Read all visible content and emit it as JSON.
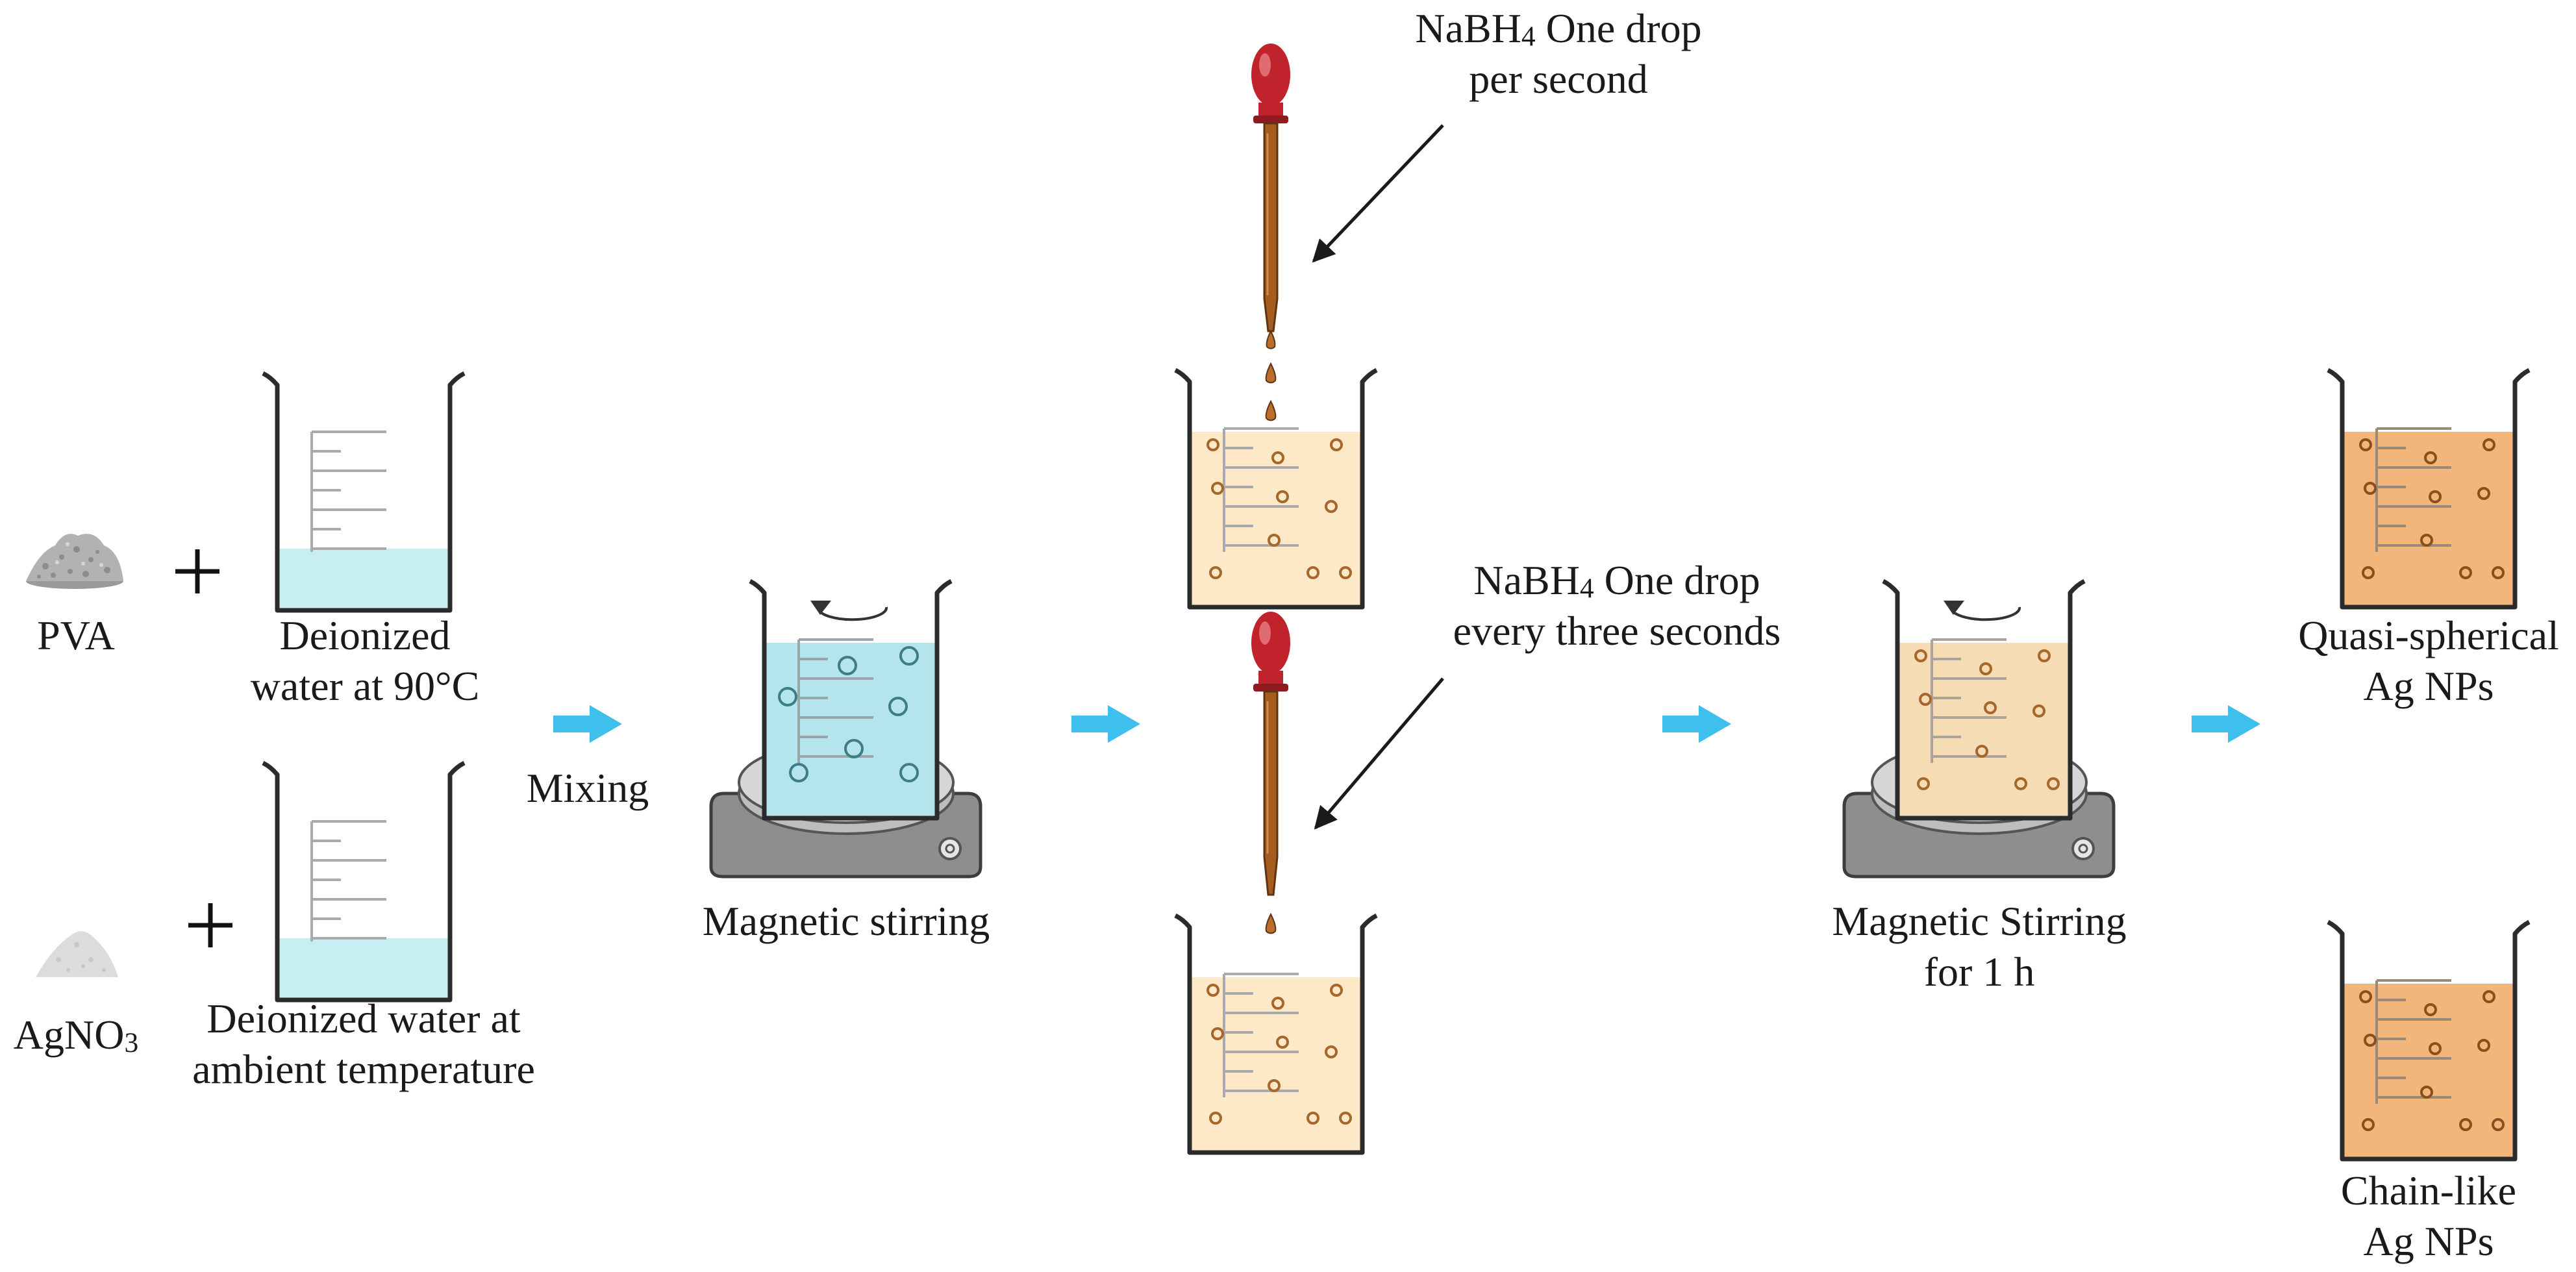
{
  "labels": {
    "pva": "PVA",
    "agno3_main": "AgNO",
    "agno3_sub": "3",
    "water_hot_line1": "Deionized",
    "water_hot_line2": "water at 90°C",
    "water_ambient_line1": "Deionized water at",
    "water_ambient_line2": "ambient temperature",
    "mixing": "Mixing",
    "magnetic_stirring": "Magnetic stirring",
    "nabh4_fast_formula_main": "NaBH",
    "nabh4_fast_formula_sub": "4",
    "nabh4_fast_line1_rest": " One drop",
    "nabh4_fast_line2": "per second",
    "nabh4_slow_formula_main": "NaBH",
    "nabh4_slow_formula_sub": "4",
    "nabh4_slow_line1_rest": " One drop",
    "nabh4_slow_line2": "every three seconds",
    "stirring_1h_line1": "Magnetic Stirring",
    "stirring_1h_line2": "for 1 h",
    "product_quasi_line1": "Quasi-spherical",
    "product_quasi_line2": "Ag NPs",
    "product_chain_line1": "Chain-like",
    "product_chain_line2": "Ag NPs"
  },
  "colors": {
    "water": "#c6eef3",
    "water_stirred": "#b4e4ec",
    "pale_solution": "#fde9c8",
    "product_solution": "#f2b67a",
    "particle": "#a8672a",
    "dropper_bulb": "#c0232c",
    "dropper_tube": "#a65c1f",
    "arrow": "#3fc0ec",
    "stirrer_base": "#8e8e8e",
    "stirrer_plate": "#d3d3d3",
    "powder": "#b7b7b7"
  }
}
